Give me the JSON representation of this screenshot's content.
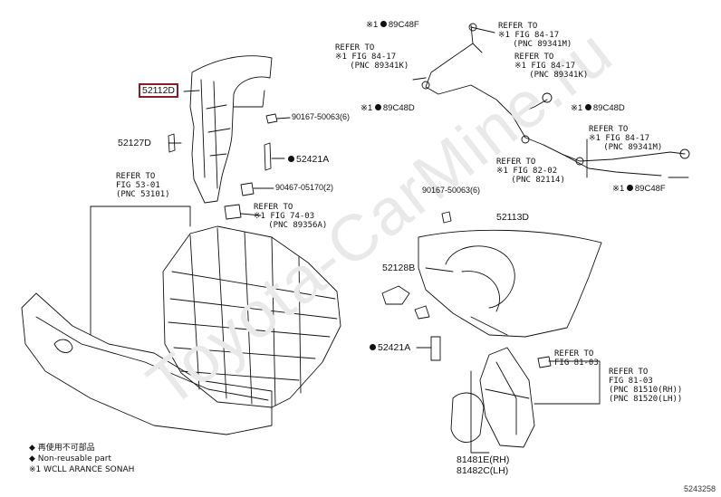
{
  "watermark": "Toyota-CarMine.ru",
  "parts": {
    "p52112d": "52112D",
    "p52127d": "52127D",
    "p90167a": "90167-50063(6)",
    "p52421a_top": "52421A",
    "p90467": "90467-05170(2)",
    "p89c48f_top": "89C48F",
    "p89c48d_left": "89C48D",
    "p89c48d_right": "89C48D",
    "p89c48f_bottom": "89C48F",
    "p90167b": "90167-50063(6)",
    "p52113d": "52113D",
    "p52128b": "52128B",
    "p52421a_bottom": "52421A",
    "p81481e": "81481E(RH)",
    "p81482c": "81482C(LH)"
  },
  "refs": {
    "r_fig53": "REFER TO\nFIG 53-01\n(PNC 53101)",
    "r_fig74": "REFER TO\n※1 FIG 74-03\n   (PNC 89356A)",
    "r_84_left": "REFER TO\n※1 FIG 84-17\n   (PNC 89341K)",
    "r_84_topright": "REFER TO\n※1 FIG 84-17\n   (PNC 89341M)",
    "r_84_mid": "REFER TO\n※1 FIG 84-17\n   (PNC 89341K)",
    "r_84_right": "REFER TO\n※1 FIG 84-17\n   (PNC 89341M)",
    "r_82": "REFER TO\n※1 FIG 82-02\n   (PNC 82114)",
    "r_81_top": "REFER TO\nFIG 81-03",
    "r_81_right": "REFER TO\nFIG 81-03\n(PNC 81510(RH))\n(PNC 81520(LH))"
  },
  "legend": {
    "line1": "◆ 再使用不可部品",
    "line2": "◆ Non-reusable part",
    "line3": "※1 WCLL ARANCE SONAH"
  },
  "diagram_code": "5243258"
}
